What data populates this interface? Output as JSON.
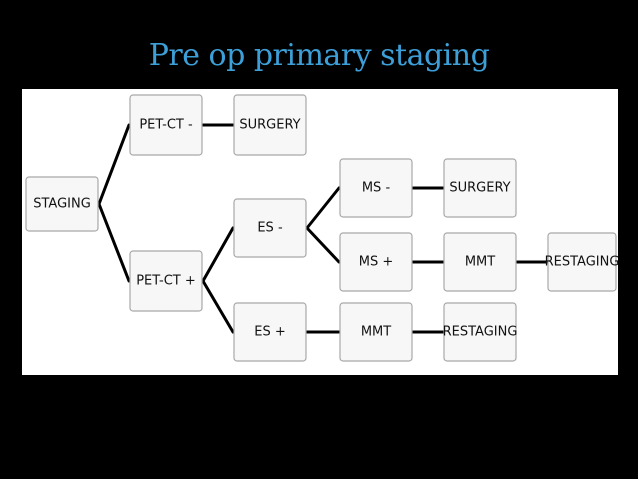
{
  "slide": {
    "title": "Pre op primary staging",
    "title_color": "#3d9fd8",
    "background_color": "#000000",
    "panel_color": "#ffffff"
  },
  "diagram": {
    "nodes": {
      "staging": "STAGING",
      "petct_neg": "PET-CT -",
      "surgery_1": "SURGERY",
      "petct_pos": "PET-CT +",
      "es_neg": "ES -",
      "es_pos": "ES +",
      "ms_neg": "MS -",
      "ms_pos": "MS +",
      "surgery_2": "SURGERY",
      "mmt_1": "MMT",
      "restaging_1": "RESTAGING",
      "mmt_2": "MMT",
      "restaging_2": "RESTAGING"
    },
    "edges": [
      [
        "staging",
        "petct_neg"
      ],
      [
        "staging",
        "petct_pos"
      ],
      [
        "petct_neg",
        "surgery_1"
      ],
      [
        "petct_pos",
        "es_neg"
      ],
      [
        "petct_pos",
        "es_pos"
      ],
      [
        "es_neg",
        "ms_neg"
      ],
      [
        "es_neg",
        "ms_pos"
      ],
      [
        "ms_neg",
        "surgery_2"
      ],
      [
        "ms_pos",
        "mmt_1"
      ],
      [
        "mmt_1",
        "restaging_1"
      ],
      [
        "es_pos",
        "mmt_2"
      ],
      [
        "mmt_2",
        "restaging_2"
      ]
    ]
  }
}
